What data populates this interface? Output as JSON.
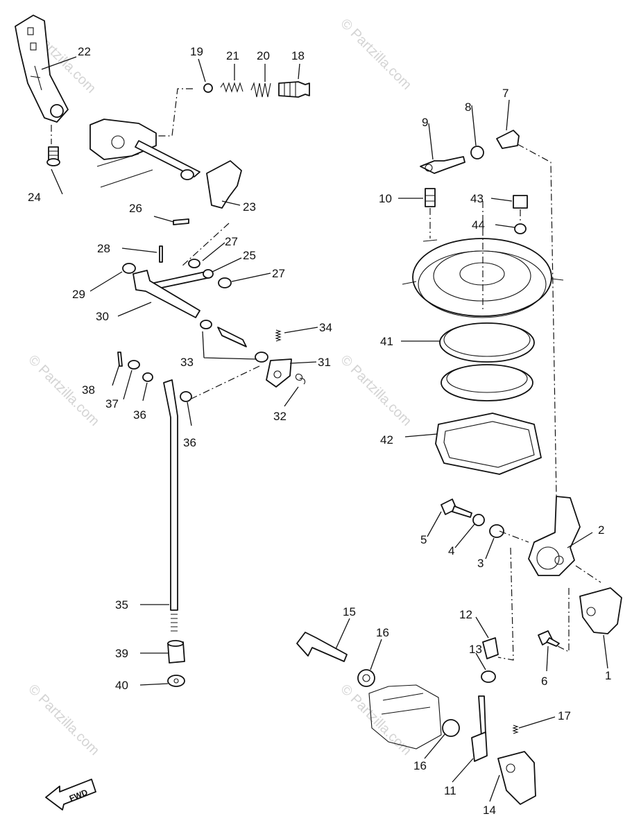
{
  "watermark": "© Partzilla.com",
  "fwd_label": "FWD",
  "labels": {
    "p1": "1",
    "p2": "2",
    "p3": "3",
    "p4": "4",
    "p5": "5",
    "p6": "6",
    "p7": "7",
    "p8": "8",
    "p9": "9",
    "p10": "10",
    "p11": "11",
    "p12": "12",
    "p13": "13",
    "p14": "14",
    "p15": "15",
    "p16a": "16",
    "p16b": "16",
    "p17": "17",
    "p18": "18",
    "p19": "19",
    "p20": "20",
    "p21": "21",
    "p22": "22",
    "p23": "23",
    "p24": "24",
    "p25": "25",
    "p26": "26",
    "p27a": "27",
    "p27b": "27",
    "p28": "28",
    "p29": "29",
    "p30": "30",
    "p31": "31",
    "p32": "32",
    "p33": "33",
    "p34": "34",
    "p35": "35",
    "p36a": "36",
    "p36b": "36",
    "p37": "37",
    "p38": "38",
    "p39": "39",
    "p40": "40",
    "p41": "41",
    "p42": "42",
    "p43": "43",
    "p44": "44"
  }
}
